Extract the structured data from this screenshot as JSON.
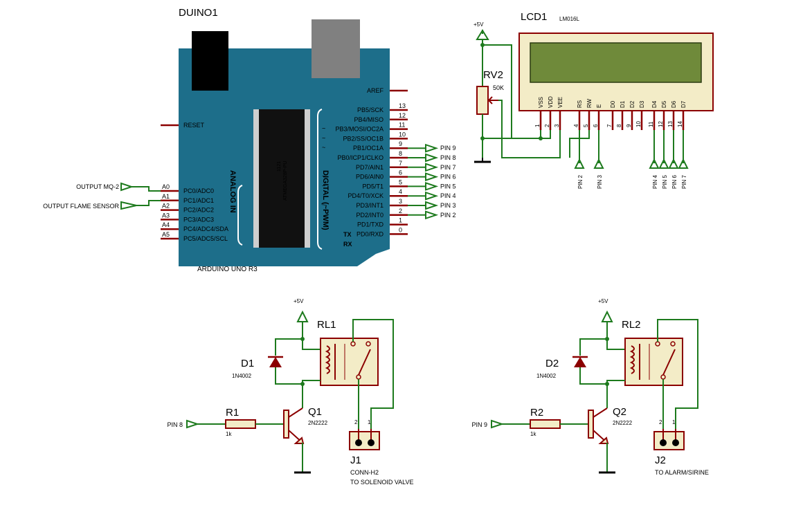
{
  "arduino": {
    "title": "DUINO1",
    "model": "ARDUINO UNO R3",
    "chip_lines": [
      "1121",
      "ATMEGA328P-PU"
    ],
    "reset_label": "RESET",
    "aref_label": "AREF",
    "analog_in_label": "ANALOG IN",
    "digital_label": "DIGITAL (~PWM)",
    "tx_label": "TX",
    "rx_label": "RX",
    "tilde": "~",
    "analog_pins": [
      {
        "num": "A0",
        "name": "PC0/ADC0"
      },
      {
        "num": "A1",
        "name": "PC1/ADC1"
      },
      {
        "num": "A2",
        "name": "PC2/ADC2"
      },
      {
        "num": "A3",
        "name": "PC3/ADC3"
      },
      {
        "num": "A4",
        "name": "PC4/ADC4/SDA"
      },
      {
        "num": "A5",
        "name": "PC5/ADC5/SCL"
      }
    ],
    "digital_pins": [
      {
        "num": "13",
        "name": "PB5/SCK",
        "label": ""
      },
      {
        "num": "12",
        "name": "PB4/MISO",
        "label": ""
      },
      {
        "num": "11",
        "name": "PB3/MOSI/OC2A",
        "label": ""
      },
      {
        "num": "10",
        "name": "PB2/SS/OC1B",
        "label": ""
      },
      {
        "num": "9",
        "name": "PB1/OC1A",
        "label": "PIN 9"
      },
      {
        "num": "8",
        "name": "PB0/ICP1/CLKO",
        "label": "PIN 8"
      },
      {
        "num": "7",
        "name": "PD7/AIN1",
        "label": "PIN 7"
      },
      {
        "num": "6",
        "name": "PD6/AIN0",
        "label": "PIN 6"
      },
      {
        "num": "5",
        "name": "PD5/T1",
        "label": "PIN 5"
      },
      {
        "num": "4",
        "name": "PD4/T0/XCK",
        "label": "PIN 4"
      },
      {
        "num": "3",
        "name": "PD3/INT1",
        "label": "PIN 3"
      },
      {
        "num": "2",
        "name": "PD2/INT0",
        "label": "PIN 2"
      },
      {
        "num": "1",
        "name": "PD1/TXD",
        "label": ""
      },
      {
        "num": "0",
        "name": "PD0/RXD",
        "label": ""
      }
    ],
    "inputs": [
      "OUTPUT MQ-2",
      "OUTPUT FLAME SENSOR"
    ]
  },
  "lcd": {
    "title": "LCD1",
    "model": "LM016L",
    "pins": [
      {
        "name": "VSS",
        "num": "1"
      },
      {
        "name": "VDD",
        "num": "2"
      },
      {
        "name": "VEE",
        "num": "3"
      },
      {
        "name": "RS",
        "num": "4"
      },
      {
        "name": "RW",
        "num": "5"
      },
      {
        "name": "E",
        "num": "6"
      },
      {
        "name": "D0",
        "num": "7"
      },
      {
        "name": "D1",
        "num": "8"
      },
      {
        "name": "D2",
        "num": "9"
      },
      {
        "name": "D3",
        "num": "10"
      },
      {
        "name": "D4",
        "num": "11"
      },
      {
        "name": "D5",
        "num": "12"
      },
      {
        "name": "D6",
        "num": "13"
      },
      {
        "name": "D7",
        "num": "14"
      }
    ],
    "port_labels": [
      "PIN 2",
      "PIN 3",
      "PIN 4",
      "PIN 5",
      "PIN 6",
      "PIN 7"
    ]
  },
  "rv2": {
    "name": "RV2",
    "value": "50K"
  },
  "power_label": "+5V",
  "relay_circuits": [
    {
      "input": "PIN 8",
      "resistor": {
        "name": "R1",
        "value": "1k"
      },
      "diode": {
        "name": "D1",
        "value": "1N4002"
      },
      "relay": "RL1",
      "transistor": {
        "name": "Q1",
        "value": "2N2222"
      },
      "connector": {
        "name": "J1",
        "lines": [
          "CONN-H2",
          "TO SOLENOID VALVE"
        ]
      },
      "pin_nums": [
        "2",
        "1"
      ]
    },
    {
      "input": "PIN 9",
      "resistor": {
        "name": "R2",
        "value": "1k"
      },
      "diode": {
        "name": "D2",
        "value": "1N4002"
      },
      "relay": "RL2",
      "transistor": {
        "name": "Q2",
        "value": "2N2222"
      },
      "connector": {
        "name": "J2",
        "lines": [
          "TO ALARM/SIRINE"
        ]
      },
      "pin_nums": [
        "2",
        "1"
      ]
    }
  ],
  "colors": {
    "board": "#1d6e8a",
    "wire": "#1d7a1d",
    "component": "#8b0000",
    "component_fill": "#f3ecc7",
    "lcd_screen": "#6f8a3a"
  }
}
